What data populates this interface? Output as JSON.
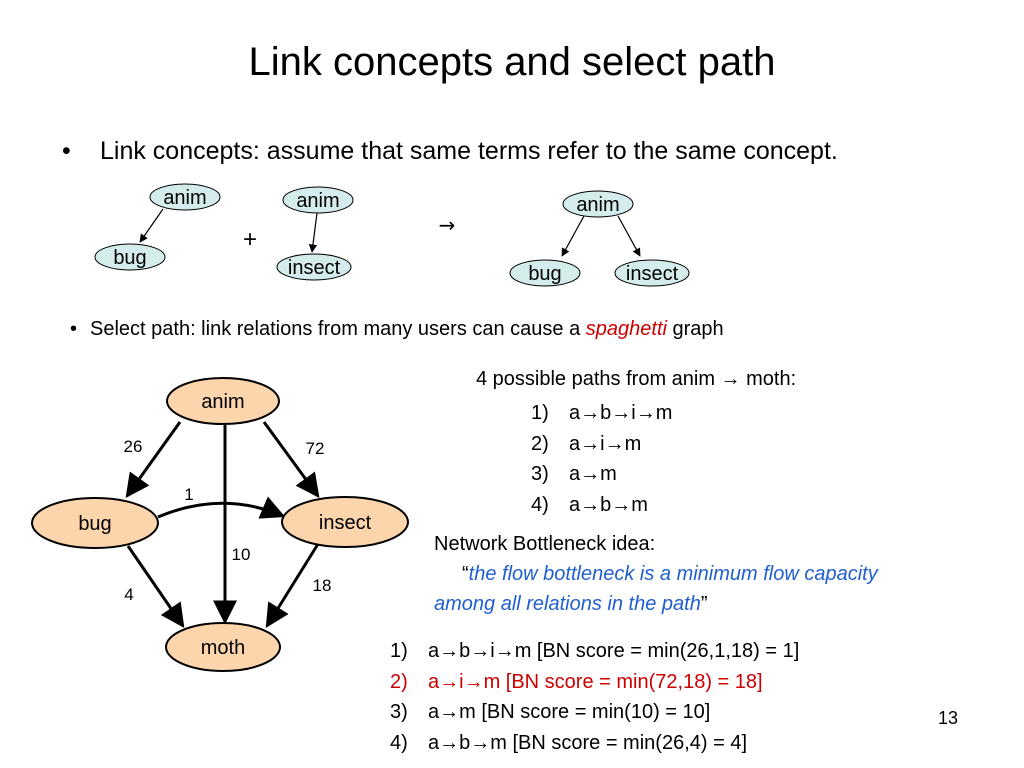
{
  "title": "Link concepts and select path",
  "bullet1": {
    "marker": "•",
    "text": "Link concepts: assume that same terms refer to the same concept."
  },
  "mini_graph": {
    "g1": {
      "top": "anim",
      "bottom": "bug"
    },
    "plus": "+",
    "g2": {
      "top": "anim",
      "bottom": "insect"
    },
    "arrow": "→",
    "g3": {
      "top": "anim",
      "left": "bug",
      "right": "insect"
    },
    "node_fill": "#d4ecec"
  },
  "bullet2": {
    "marker": "•",
    "text_before": "Select path: link relations from many users can cause a ",
    "emphasis": "spaghetti",
    "text_after": " graph"
  },
  "big_graph": {
    "nodes": {
      "anim": "anim",
      "bug": "bug",
      "insect": "insect",
      "moth": "moth"
    },
    "edge_labels": {
      "anim_bug": "26",
      "anim_insect": "72",
      "bug_insect": "1",
      "anim_moth": "10",
      "bug_moth": "4",
      "insect_moth": "18"
    },
    "node_fill": "#fcd5ac"
  },
  "paths": {
    "heading": "4 possible paths from anim → moth:",
    "items": [
      {
        "num": "1)",
        "text": "a→b→i→m"
      },
      {
        "num": "2)",
        "text": "a→i→m"
      },
      {
        "num": "3)",
        "text": "a→m"
      },
      {
        "num": "4)",
        "text": "a→b→m"
      }
    ]
  },
  "bottleneck": {
    "heading": "Network Bottleneck idea:",
    "open_quote": "“",
    "line1": "the flow bottleneck is a minimum flow capacity",
    "line2": "among all relations in the path",
    "close_quote": "”"
  },
  "scores": [
    {
      "num": "1)",
      "text": "a→b→i→m  [BN score = min(26,1,18) = 1]",
      "highlight": false
    },
    {
      "num": "2)",
      "text": "a→i→m  [BN score = min(72,18) = 18]",
      "highlight": true
    },
    {
      "num": "3)",
      "text": "a→m  [BN score = min(10) = 10]",
      "highlight": false
    },
    {
      "num": "4)",
      "text": "a→b→m   [BN score = min(26,4) = 4]",
      "highlight": false
    }
  ],
  "page_number": "13"
}
